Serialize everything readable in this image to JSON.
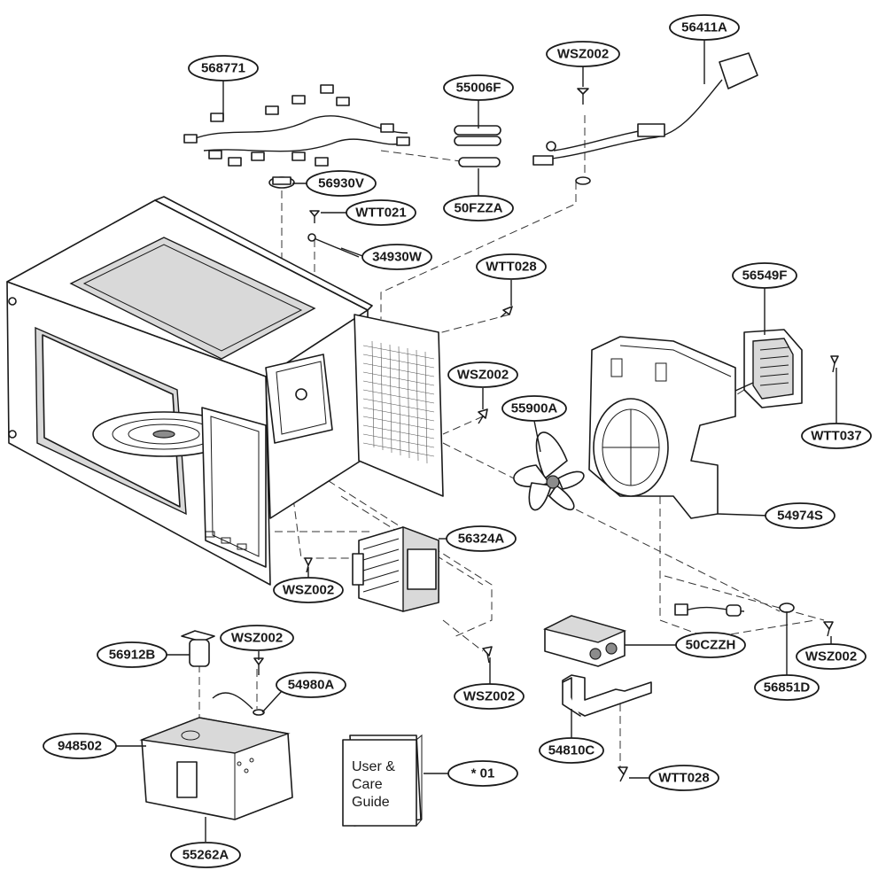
{
  "diagram": {
    "callouts": [
      {
        "id": "568771",
        "label": "568771"
      },
      {
        "id": "55006F",
        "label": "55006F"
      },
      {
        "id": "WSZ002_top",
        "label": "WSZ002"
      },
      {
        "id": "56411A",
        "label": "56411A"
      },
      {
        "id": "56930V",
        "label": "56930V"
      },
      {
        "id": "WTT021",
        "label": "WTT021"
      },
      {
        "id": "50FZZA",
        "label": "50FZZA"
      },
      {
        "id": "34930W",
        "label": "34930W"
      },
      {
        "id": "WTT028_mid",
        "label": "WTT028"
      },
      {
        "id": "56549F",
        "label": "56549F"
      },
      {
        "id": "WSZ002_mid",
        "label": "WSZ002"
      },
      {
        "id": "55900A",
        "label": "55900A"
      },
      {
        "id": "WTT037",
        "label": "WTT037"
      },
      {
        "id": "54974S",
        "label": "54974S"
      },
      {
        "id": "56324A",
        "label": "56324A"
      },
      {
        "id": "WSZ002_left",
        "label": "WSZ002"
      },
      {
        "id": "WSZ002_lower",
        "label": "WSZ002"
      },
      {
        "id": "56912B",
        "label": "56912B"
      },
      {
        "id": "54980A",
        "label": "54980A"
      },
      {
        "id": "50CZZH",
        "label": "50CZZH"
      },
      {
        "id": "WSZ002_right",
        "label": "WSZ002"
      },
      {
        "id": "56851D",
        "label": "56851D"
      },
      {
        "id": "WSZ002_bottom",
        "label": "WSZ002"
      },
      {
        "id": "948502",
        "label": "948502"
      },
      {
        "id": "54810C",
        "label": "54810C"
      },
      {
        "id": "01",
        "label": "* 01"
      },
      {
        "id": "WTT028_bottom",
        "label": "WTT028"
      },
      {
        "id": "55262A",
        "label": "55262A"
      }
    ],
    "manual": {
      "line1": "User &",
      "line2": "Care",
      "line3": "Guide"
    }
  }
}
